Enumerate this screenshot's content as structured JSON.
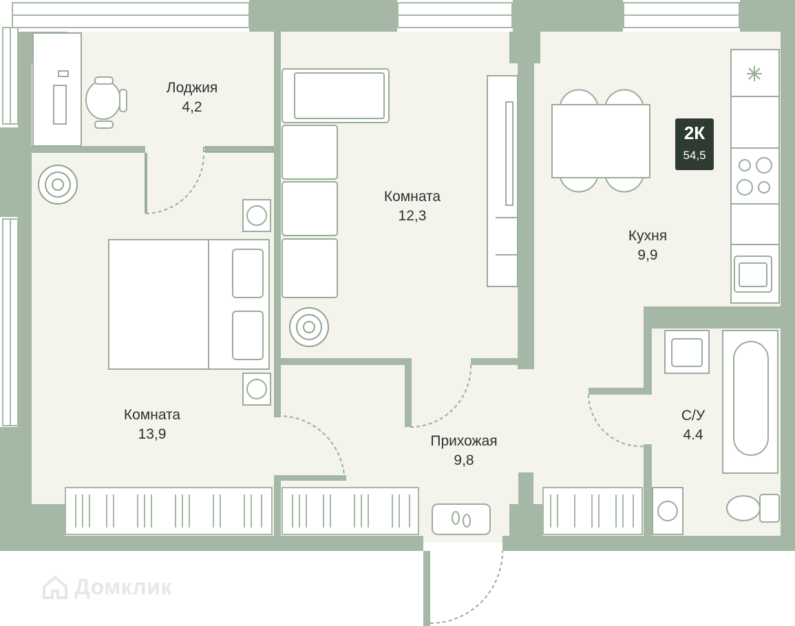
{
  "rooms": {
    "loggia": {
      "name": "Лоджия",
      "area": "4,2"
    },
    "room_a": {
      "name": "Комната",
      "area": "12,3"
    },
    "kitchen": {
      "name": "Кухня",
      "area": "9,9"
    },
    "room_b": {
      "name": "Комната",
      "area": "13,9"
    },
    "hallway": {
      "name": "Прихожая",
      "area": "9,8"
    },
    "bathroom": {
      "name": "С/У",
      "area": "4.4"
    }
  },
  "badge": {
    "type": "2К",
    "area": "54,5"
  },
  "watermark": "Домклик",
  "colors": {
    "wall": "#a5b7a5",
    "floor": "#f4f4ed",
    "line": "#9aac9a",
    "badge": "#2f3a33"
  }
}
